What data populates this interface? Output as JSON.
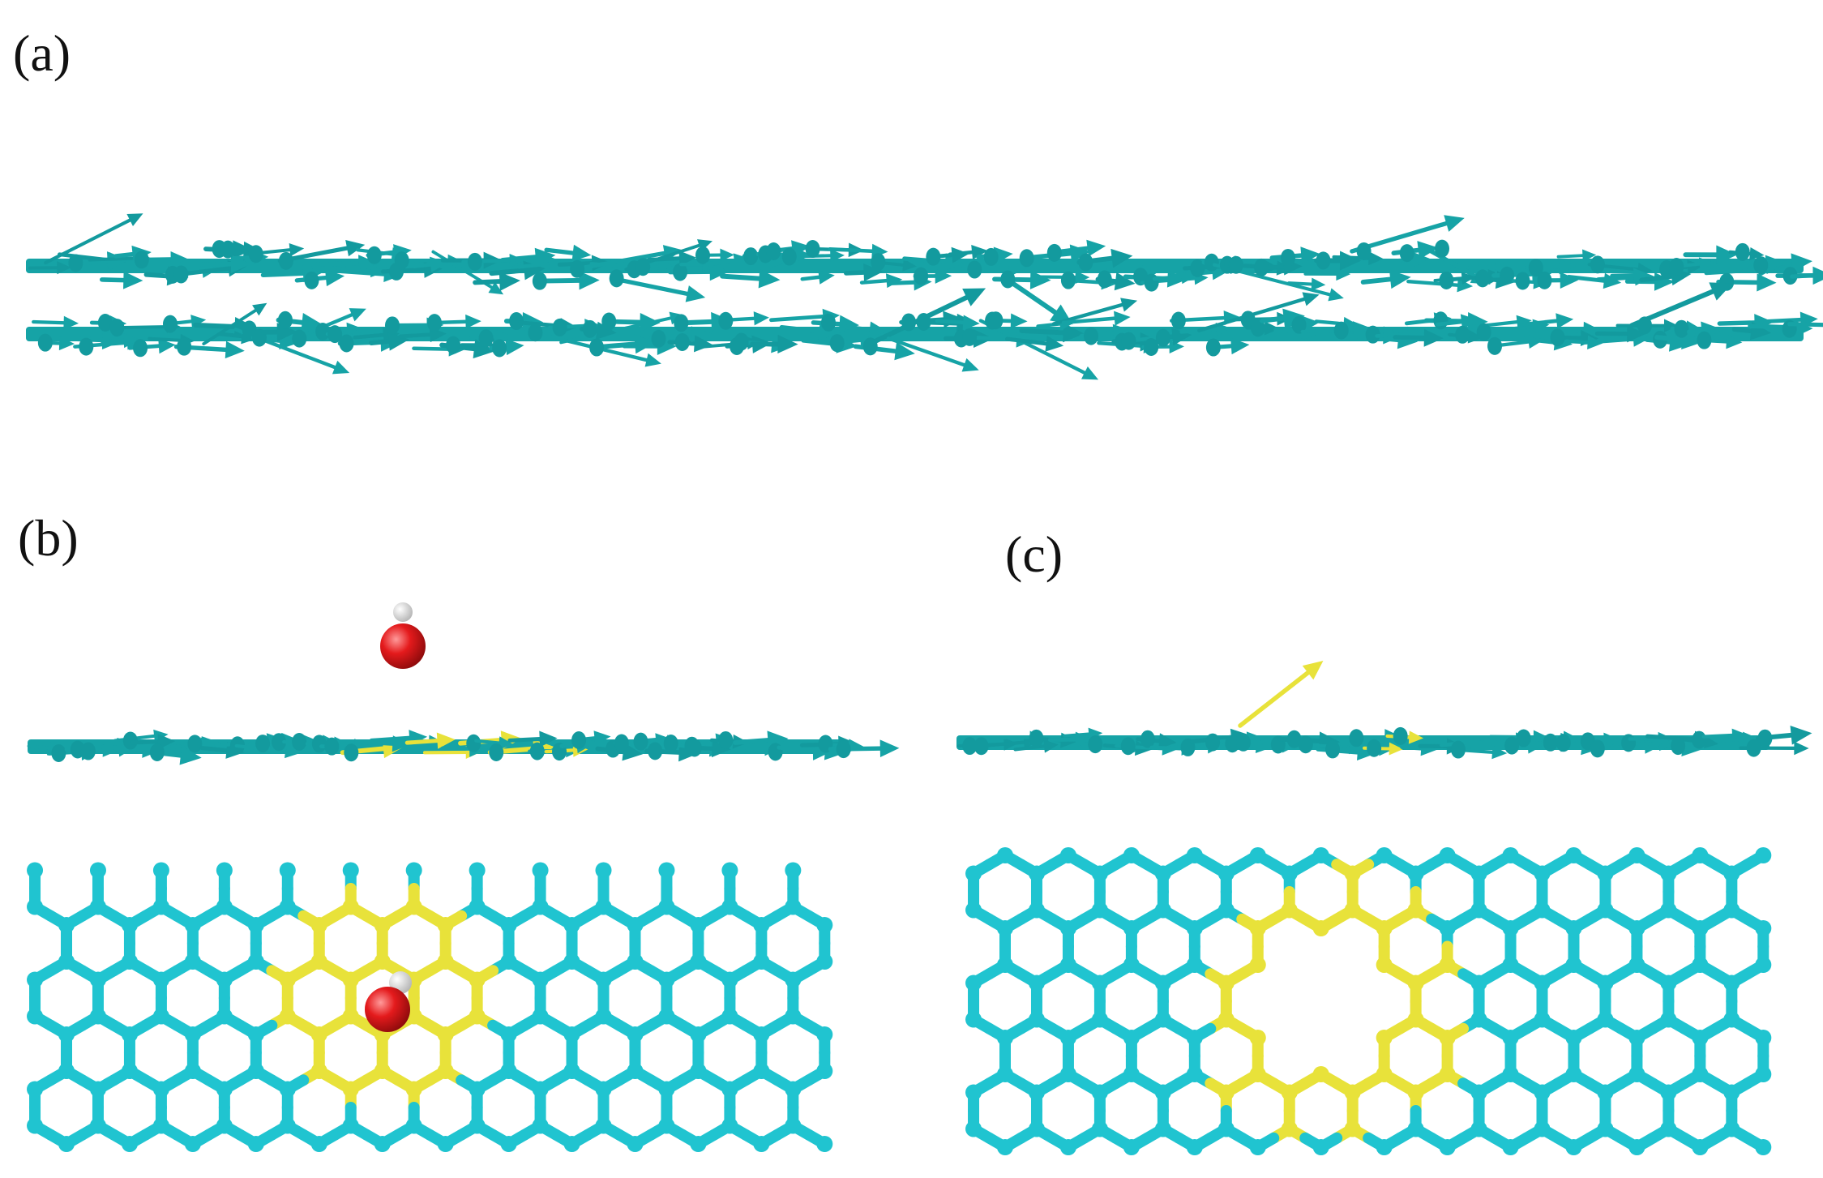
{
  "panels": [
    {
      "id": "a",
      "label": "(a)"
    },
    {
      "id": "b",
      "label": "(b)"
    },
    {
      "id": "c",
      "label": "(c)"
    }
  ],
  "colors": {
    "carbon": "#20c4d0",
    "carbon_dark": "#139a9e",
    "arrow": "#16a3a6",
    "defect": "#e8e23a",
    "oxygen": "#e41a1c",
    "hydrogen": "#f0f0f0"
  },
  "icons": [
    "vector-arrow",
    "carbon-atom",
    "oxygen-atom",
    "hydrogen-atom"
  ]
}
